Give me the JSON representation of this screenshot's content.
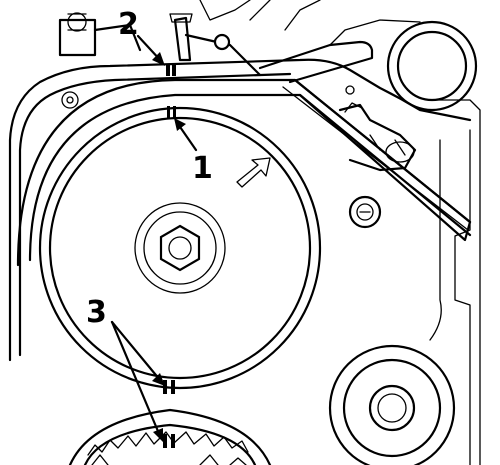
{
  "callouts": [
    {
      "id": "1",
      "label": "1"
    },
    {
      "id": "2",
      "label": "2"
    },
    {
      "id": "3",
      "label": "3"
    }
  ],
  "colors": {
    "line": "#000000",
    "background": "#ffffff"
  },
  "icons": [
    "bolt-icon",
    "direction-arrow-icon"
  ]
}
